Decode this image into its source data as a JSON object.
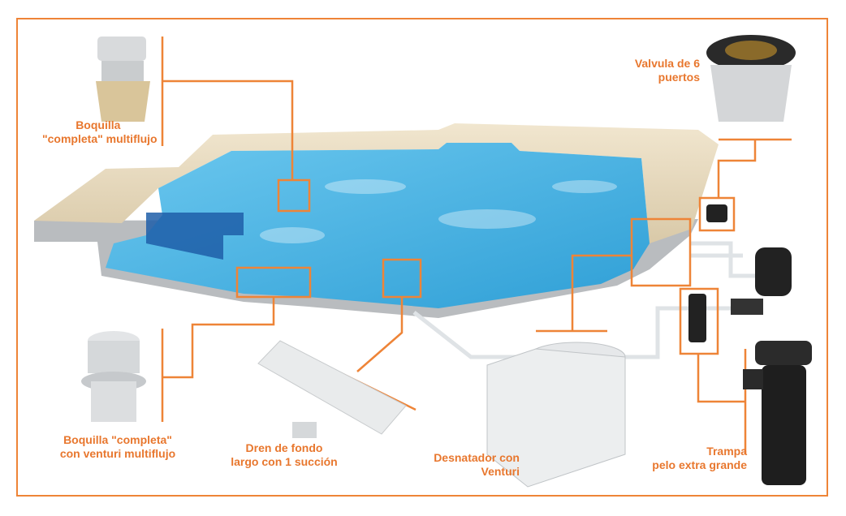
{
  "colors": {
    "accent": "#ee8437",
    "water": "#4fb8e6",
    "deck": "#e9dcc2"
  },
  "labels": {
    "boquilla_multiflujo": [
      "Boquilla",
      "\"completa\" multiflujo"
    ],
    "valvula": [
      "Valvula de 6",
      "puertos"
    ],
    "boquilla_venturi": [
      "Boquilla \"completa\"",
      "con venturi multiflujo"
    ],
    "dren": [
      "Dren de fondo",
      "largo con 1 succión"
    ],
    "desnatador": [
      "Desnatador con",
      "Venturi"
    ],
    "trampa": [
      "Trampa",
      "pelo extra grande"
    ]
  }
}
